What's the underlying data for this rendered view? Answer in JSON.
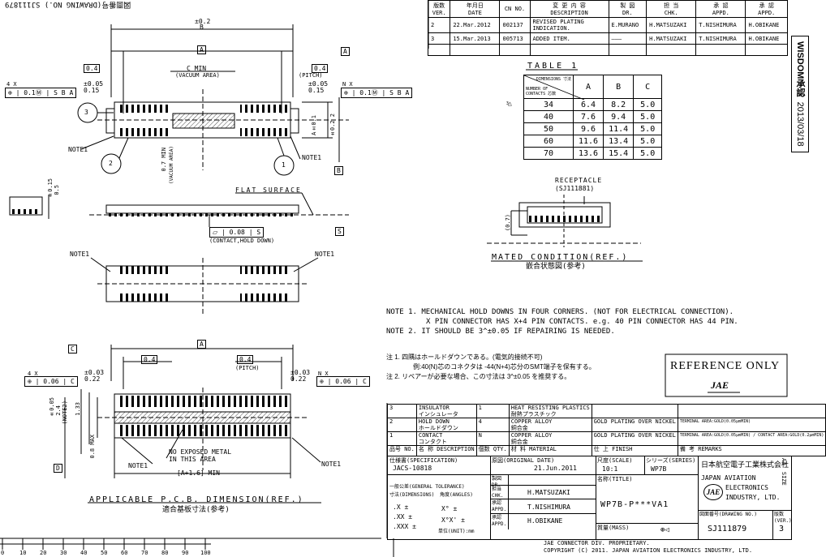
{
  "drawing_number_top": "SJ111879",
  "drawing_number_top_label": "図面番号(DRAWING NO.)",
  "revision_table": {
    "headers": [
      {
        "jp": "版数",
        "en": "VER."
      },
      {
        "jp": "年月日",
        "en": "DATE"
      },
      {
        "jp": "",
        "en": "CN NO."
      },
      {
        "jp": "変 更 内 容",
        "en": "DESCRIPTION"
      },
      {
        "jp": "製 図",
        "en": "DR."
      },
      {
        "jp": "担 当",
        "en": "CHK."
      },
      {
        "jp": "承 認",
        "en": "APPD."
      },
      {
        "jp": "承 認",
        "en": "APPD."
      }
    ],
    "rows": [
      {
        "ver": "2",
        "date": "22.Mar.2012",
        "cn": "002137",
        "desc": "REVISED PLATING INDICATION.",
        "dr": "E.MURANO",
        "chk": "H.MATSUZAKI",
        "appd": "T.NISHIMURA",
        "appd2": "H.OBIKANE"
      },
      {
        "ver": "3",
        "date": "15.Mar.2013",
        "cn": "005713",
        "desc": "ADDED ITEM.",
        "dr": "———",
        "chk": "H.MATSUZAKI",
        "appd": "T.NISHIMURA",
        "appd2": "H.OBIKANE"
      }
    ]
  },
  "stamp": {
    "text": "WISDOM承認",
    "date": "2013/03/18"
  },
  "table1": {
    "title": "TABLE 1",
    "corner_top": "DIMENSIONS 寸法",
    "corner_bottom": "NUMBER OF CONTACTS 芯数",
    "columns": [
      "A",
      "B",
      "C"
    ],
    "rows": [
      {
        "n": "34",
        "A": "6.4",
        "B": "8.2",
        "C": "5.0",
        "mark": "3"
      },
      {
        "n": "40",
        "A": "7.6",
        "B": "9.4",
        "C": "5.0"
      },
      {
        "n": "50",
        "A": "9.6",
        "B": "11.4",
        "C": "5.0"
      },
      {
        "n": "60",
        "A": "11.6",
        "B": "13.4",
        "C": "5.0"
      },
      {
        "n": "70",
        "A": "13.6",
        "B": "15.4",
        "C": "5.0"
      }
    ]
  },
  "top_view": {
    "dim_b": "B",
    "dim_b_tol": "±0.2",
    "datum_a": "A",
    "pitch_04_left": "0.4",
    "pitch_04_right": "0.4",
    "c_min": "C MIN",
    "vacuum_area": "(VACUUM AREA)",
    "pitch_label": "(PITCH)",
    "tol_05": "±0.05",
    "tol_015": "0.15",
    "fcf_left": "0.1",
    "fcf_right": "0.1",
    "fcf_datums": "S B A",
    "nx": "N X",
    "x4": "4 X",
    "dim_2": "2",
    "dim_22": "±0.2",
    "dim_07": "0.7 MIN",
    "vacuum_area_v": "(VACUUM AREA)",
    "note1": "NOTE1",
    "datum_b": "B",
    "balloon_3": "3",
    "balloon_2": "2",
    "balloon_1": "1"
  },
  "side_view": {
    "flat_surface": "FLAT SURFACE",
    "tol_015": "±0.15",
    "dim_05": "0.5",
    "flatness": "0.08",
    "flat_datum": "S",
    "contact_hold": "(CONTACT,HOLD DOWN)",
    "datum_s": "S"
  },
  "bottom_view": {
    "note1_left": "NOTE1",
    "note1_right": "NOTE1"
  },
  "pcb_view": {
    "datum_a": "A",
    "datum_c": "C",
    "pitch_04": "0.4",
    "pitch_04b": "0.4",
    "pitch_label": "(PITCH)",
    "tol_003": "±0.03",
    "dim_022": "0.22",
    "fcf_left": "0.06",
    "fcf_right": "0.06",
    "fcf_datum": "C",
    "x4": "4 X",
    "nx": "N X",
    "dim_24": "2.4",
    "dim_133": "1.33",
    "note2": "(NOTE2)",
    "tol_005": "±0.05",
    "dim_08": "0.8 MAX",
    "no_metal": "NO EXPOSED METAL IN THIS AREA",
    "dim_a16": "[A+1.6] MIN",
    "note1_left": "NOTE1",
    "note1_right": "NOTE1",
    "datum_d": "D",
    "title_en": "APPLICABLE P.C.B. DIMENSION(REF.)",
    "title_jp": "適合基板寸法(参考)"
  },
  "mated": {
    "receptacle": "RECEPTACLE",
    "receptacle_no": "(SJ111881)",
    "dim_07": "(0.7)",
    "title_en": "MATED CONDITION(REF.)",
    "title_jp": "嵌合状態図(参考)"
  },
  "notes": {
    "en_1": "NOTE 1. MECHANICAL HOLD DOWNS IN FOUR CORNERS. (NOT FOR ELECTRICAL CONNECTION).",
    "en_1b": "X PIN CONNECTOR HAS X+4 PIN CONTACTS. e.g. 40 PIN CONNECTOR HAS 44 PIN.",
    "en_2": "NOTE 2. IT SHOULD BE 3^±0.05 IF REPAIRING IS NEEDED.",
    "jp_1": "注 1. 四隅はホールドダウンである。(電気的接続不可)",
    "jp_1b": "例:40(N)芯のコネクタは -44(N+4)芯分のSMT端子を保有する。",
    "jp_2": "注 2. リペアーが必要な場合、この寸法は 3^±0.05 を推奨する。"
  },
  "reference_only": "REFERENCE ONLY",
  "jae_logo": "JAE",
  "parts": [
    {
      "no": "3",
      "name": "INSULATOR",
      "name_jp": "インシュレータ",
      "qty": "1",
      "material": "HEAT RESISTING PLASTICS",
      "material_jp": "耐熱プラスチック",
      "finish": "",
      "remarks": ""
    },
    {
      "no": "2",
      "name": "HOLD DOWN",
      "name_jp": "ホールドダウン",
      "qty": "4",
      "material": "COPPER ALLOY",
      "material_jp": "銅合金",
      "finish": "GOLD PLATING OVER NICKEL",
      "remarks": "TERMINAL AREA:GOLD(0.05μmMIN)"
    },
    {
      "no": "1",
      "name": "CONTACT",
      "name_jp": "コンタクト",
      "qty": "N",
      "material": "COPPER ALLOY",
      "material_jp": "銅合金",
      "finish": "GOLD PLATING OVER NICKEL",
      "remarks": "TERMINAL AREA:GOLD(0.05μmMIN) / CONTACT AREA:GOLD(0.2μmMIN)"
    }
  ],
  "parts_header": {
    "no": "品号 NO.",
    "name": "名 称 DESCRIPTION",
    "qty": "個数 QTY.",
    "material": "材 料 MATERIAL",
    "finish": "仕 上 FINISH",
    "remarks": "備 考 REMARKS"
  },
  "title_block": {
    "spec_label": "仕様書(SPECIFICATION)",
    "spec": "JACS-10818",
    "orig_date_label": "原図(ORIGINAL DATE)",
    "orig_date": "21.Jun.2011",
    "scale_label": "尺度(SCALE)",
    "scale": "10:1",
    "series_label": "シリーズ(SERIES)",
    "series": "WP7B",
    "company_jp": "日本航空電子工業株式会社",
    "company_en1": "JAPAN AVIATION",
    "company_en2": "ELECTRONICS",
    "company_en3": "INDUSTRY, LTD.",
    "size_label": "SIZE",
    "size": "A3",
    "tolerance_label": "一般公差(GENERAL TOLERANCE)",
    "dim_label": "寸法(DIMENSIONS)",
    "angle_label": "角度(ANGLES)",
    "dr_label": "製図 DR.",
    "chk_label": "担当 CHK.",
    "appd_label": "承認 APPD.",
    "appd2_label": "承認 APPD.",
    "chk": "H.MATSUZAKI",
    "appd": "T.NISHIMURA",
    "appd2": "H.OBIKANE",
    "title_label": "名称(TITLE)",
    "title": "WP7B-P***VA1",
    "drawing_no_label": "図面番号(DRAWING NO.)",
    "drawing_no": "SJ111879",
    "ver_label": "版数(VER.)",
    "ver": "3",
    "unit": "単位(UNIT):mm",
    "mass_label": "質量(MASS)",
    "tol_x": ".X",
    "tol_xx": ".XX",
    "tol_xxx": ".XXX",
    "footer1": "JAE CONNECTOR DIV. PROPRIETARY.",
    "footer2": "COPYRIGHT (C) 2011. JAPAN AVIATION ELECTRONICS INDUSTRY, LTD."
  },
  "ruler": {
    "labels": [
      "0",
      "10",
      "20",
      "30",
      "40",
      "50",
      "60",
      "70",
      "80",
      "90",
      "100"
    ]
  }
}
